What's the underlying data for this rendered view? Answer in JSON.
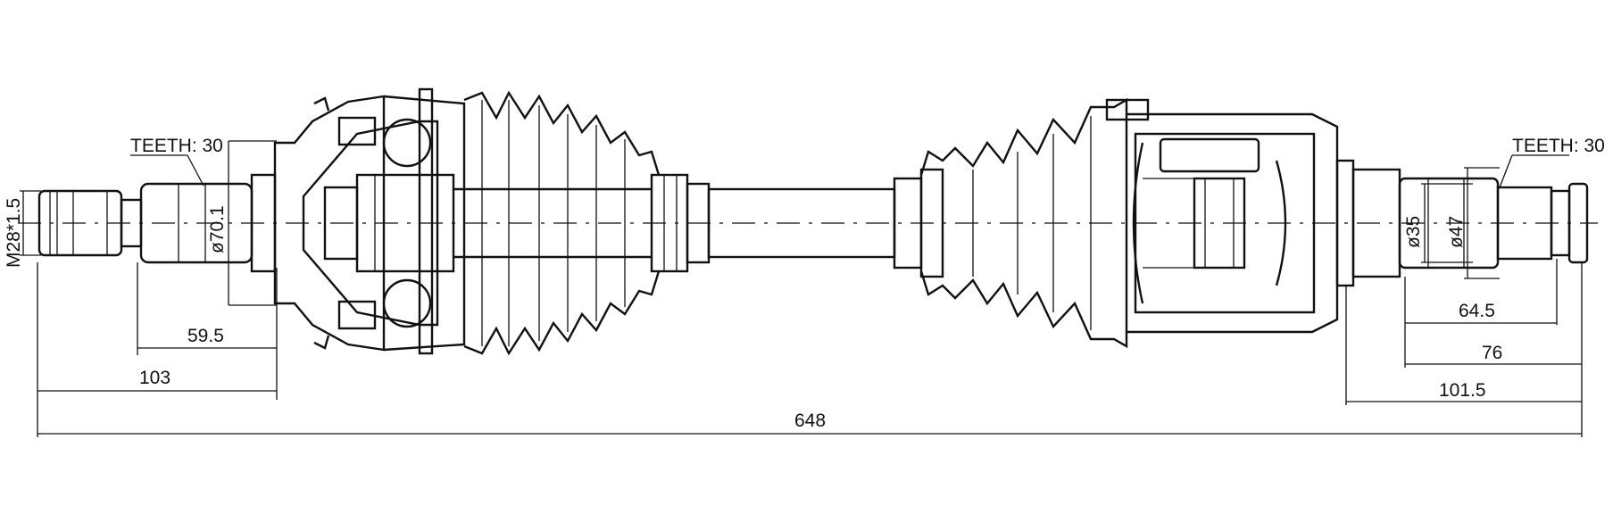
{
  "labels": {
    "teeth_left": "TEETH: 30",
    "teeth_right": "TEETH: 30",
    "thread": "M28*1.5",
    "dia_outer_left": "ø70.1",
    "dia_right_1": "ø35",
    "dia_right_2": "ø47"
  },
  "dimensions": {
    "d_59_5": "59.5",
    "d_103": "103",
    "d_648": "648",
    "d_64_5": "64.5",
    "d_76": "76",
    "d_101_5": "101.5"
  },
  "colors": {
    "line": "#111111",
    "background": "#ffffff"
  }
}
